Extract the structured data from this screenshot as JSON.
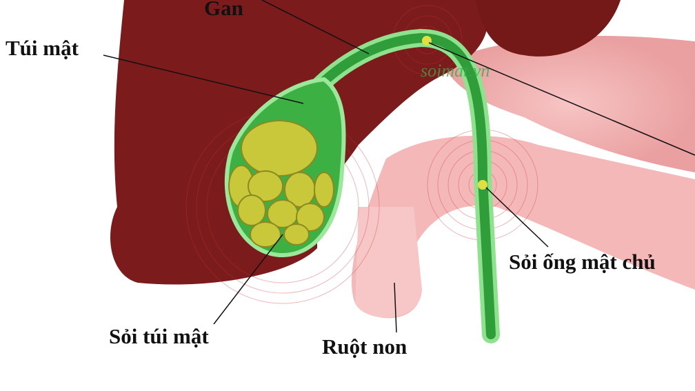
{
  "labels": {
    "liver": "Gan",
    "gallbladder": "Túi mật",
    "gallstones": "Sỏi túi mật",
    "small_intestine": "Ruột non",
    "common_bile_duct_stone": "Sỏi ống mật chủ"
  },
  "watermark": "soimat.vn",
  "colors": {
    "liver": "#7a1a1a",
    "duct": "#3cb043",
    "stone": "#c9c93a",
    "intestine": "#f3b4b4"
  }
}
